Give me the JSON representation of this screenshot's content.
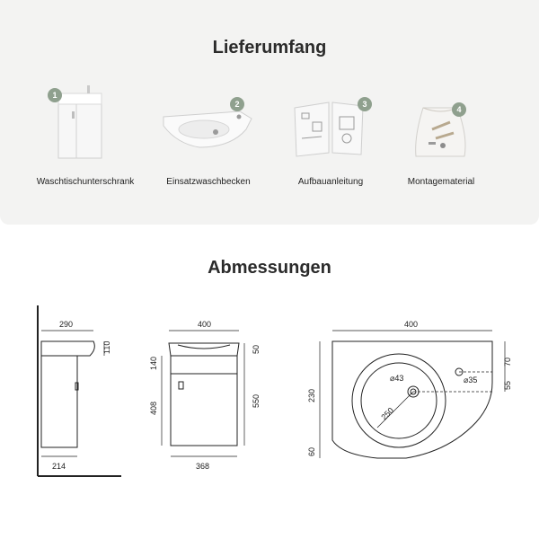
{
  "sections": {
    "contents_title": "Lieferumfang",
    "dimensions_title": "Abmessungen"
  },
  "items": [
    {
      "number": "1",
      "label": "Waschtischunterschrank",
      "icon": "cabinet-icon"
    },
    {
      "number": "2",
      "label": "Einsatzwaschbecken",
      "icon": "basin-icon"
    },
    {
      "number": "3",
      "label": "Aufbauanleitung",
      "icon": "manual-icon"
    },
    {
      "number": "4",
      "label": "Montagematerial",
      "icon": "hardware-bag-icon"
    }
  ],
  "colors": {
    "badge": "#8fa08e",
    "panel_bg": "#f3f3f2",
    "line": "#222222"
  },
  "dimensions": {
    "side_view": {
      "top_depth": "290",
      "bottom_depth": "214",
      "basin_height": "110"
    },
    "front_view": {
      "width_top": "400",
      "width_bottom": "368",
      "upper_height": "140",
      "door_height": "408",
      "rim_height": "50",
      "total_height": "550"
    },
    "top_view": {
      "width": "400",
      "depth": "230",
      "front_offset": "60",
      "tap_offset": "70",
      "drain_offset": "55",
      "drain_diameter": "⌀43",
      "tap_diameter": "⌀35",
      "bowl_radius": "250"
    }
  }
}
